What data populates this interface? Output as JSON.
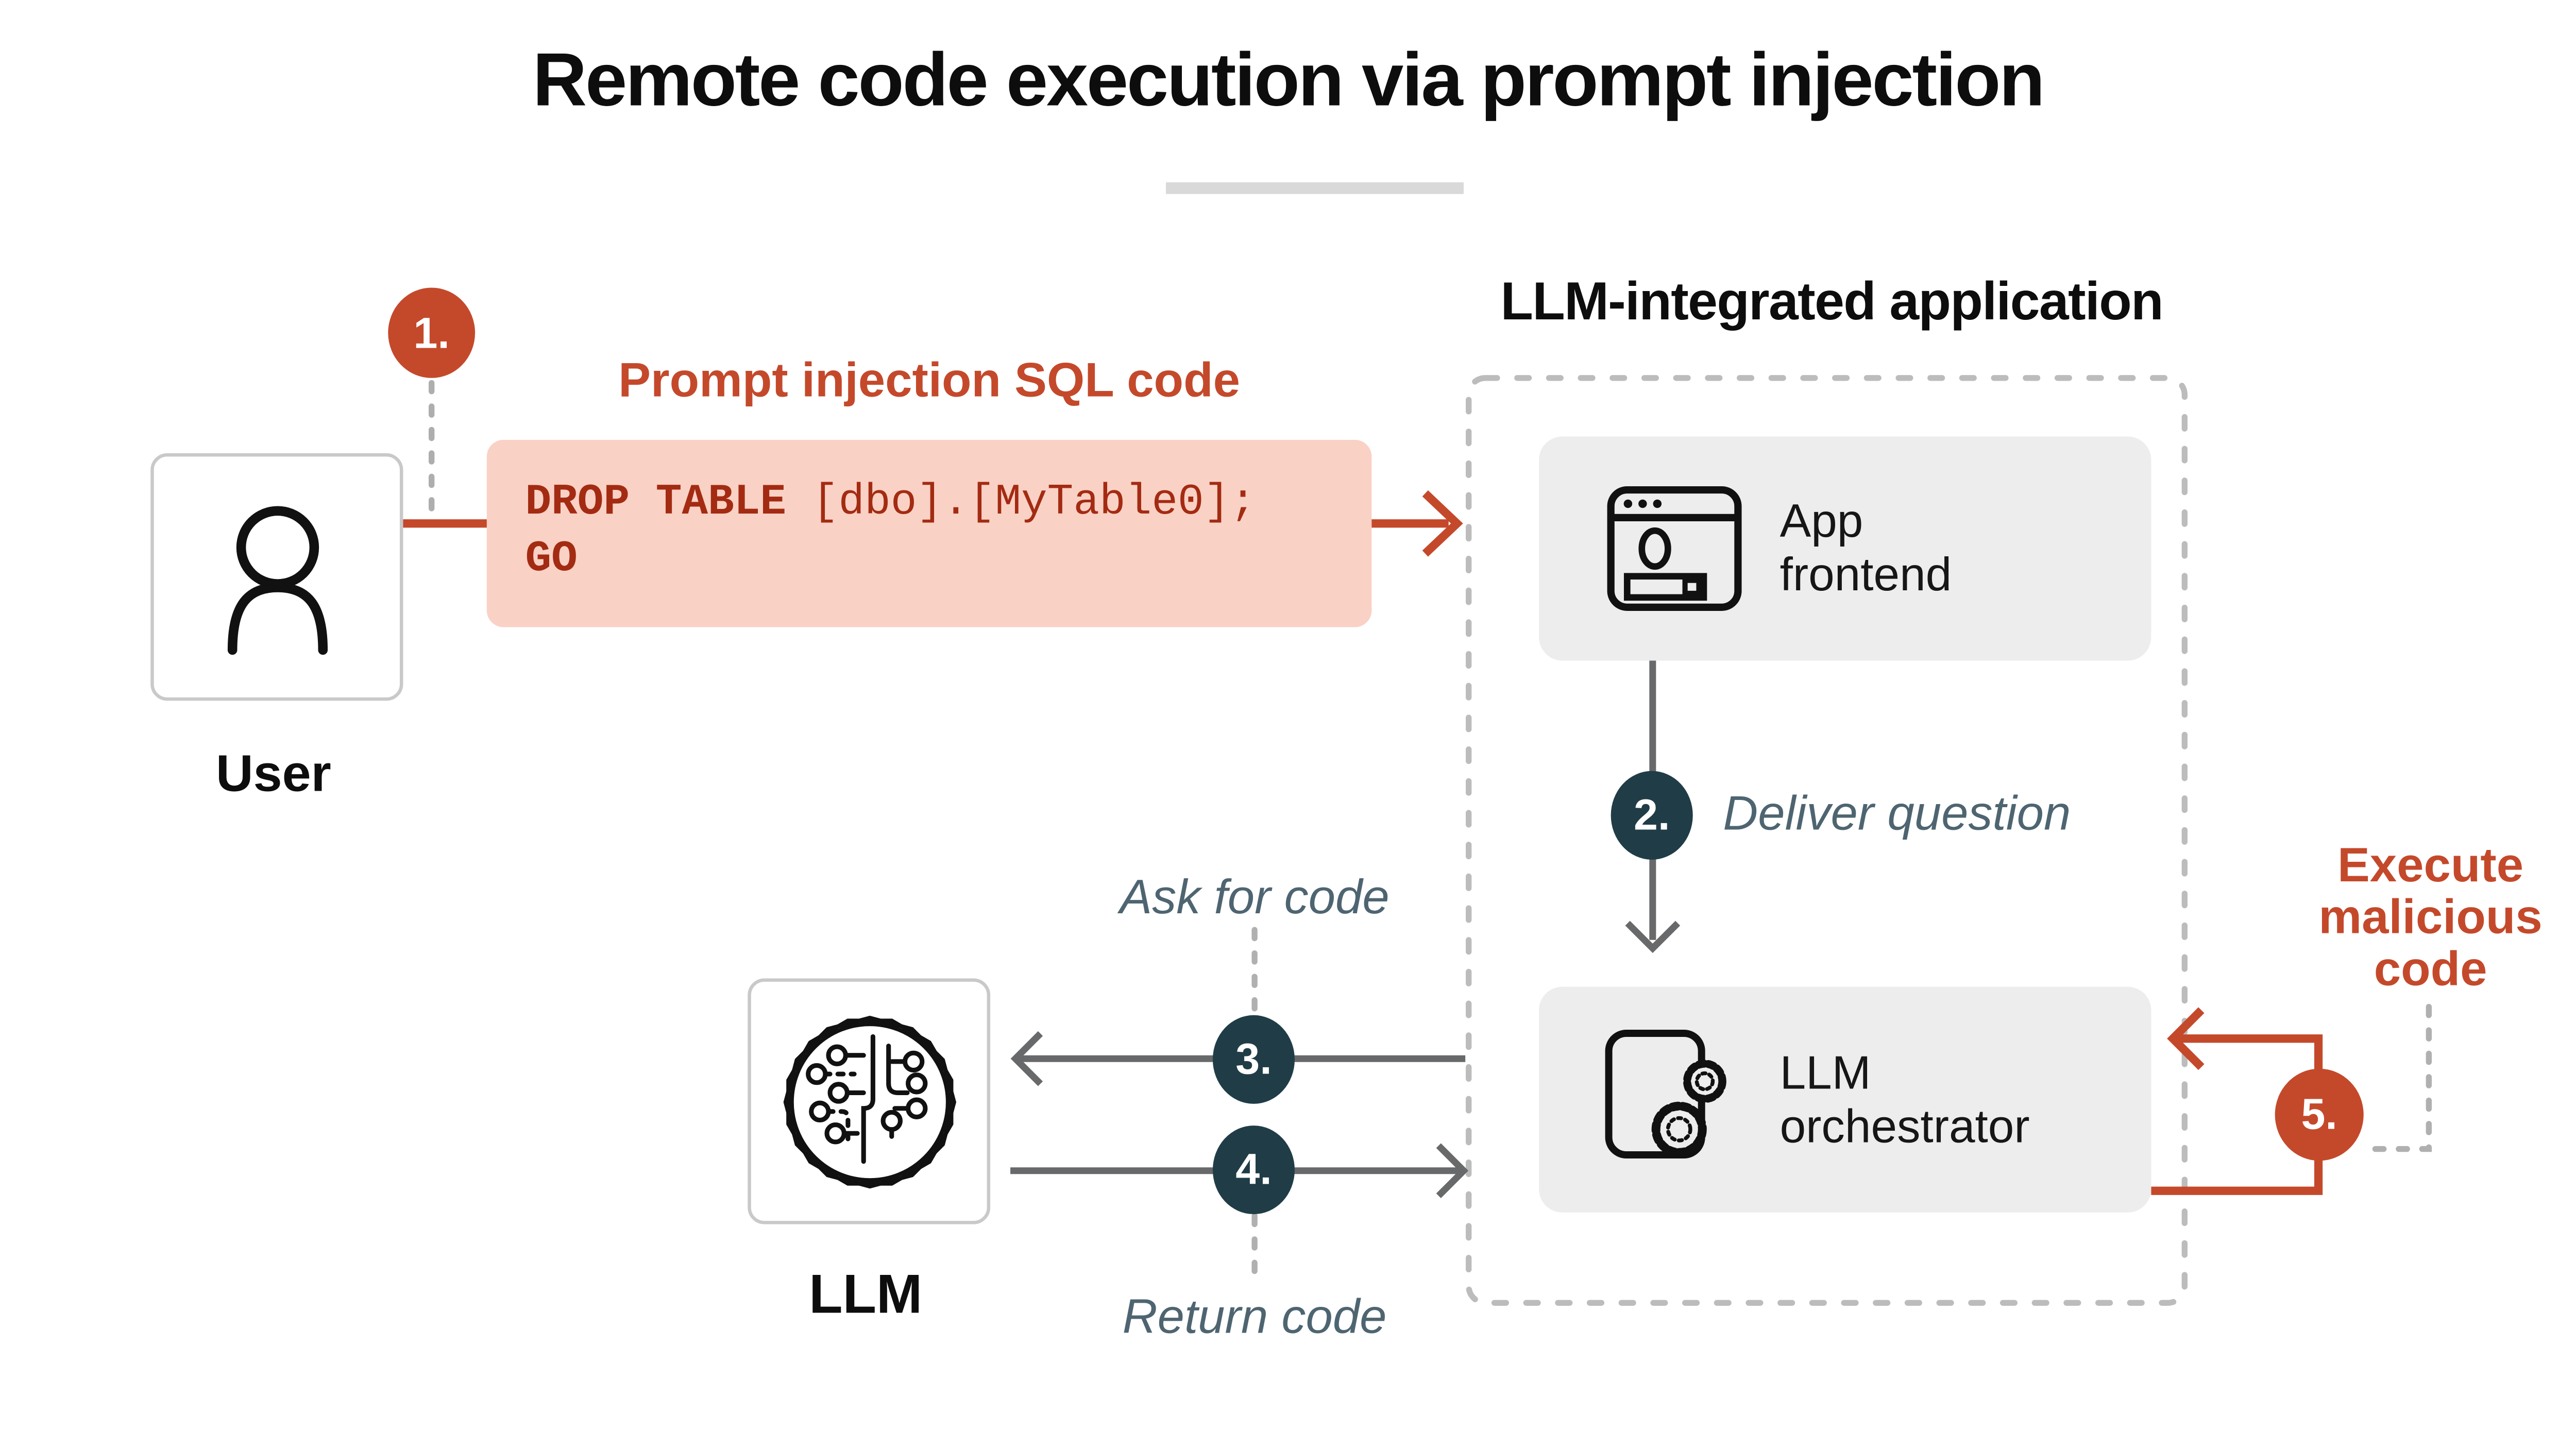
{
  "title": "Remote code execution via prompt injection",
  "container": {
    "label": "LLM-integrated application"
  },
  "nodes": {
    "user": {
      "label": "User"
    },
    "app_frontend": {
      "label": "App frontend"
    },
    "orchestrator": {
      "label": "LLM orchestrator"
    },
    "llm": {
      "label": "LLM"
    }
  },
  "code_box": {
    "keyword_1": "DROP TABLE",
    "identifier": " [dbo].[MyTable0];",
    "keyword_2": "GO"
  },
  "steps": {
    "step1": {
      "number": "1.",
      "label": "Prompt injection SQL code"
    },
    "step2": {
      "number": "2.",
      "label": "Deliver question"
    },
    "step3": {
      "number": "3.",
      "label": "Ask for code"
    },
    "step4": {
      "number": "4.",
      "label": "Return code"
    },
    "step5": {
      "number": "5.",
      "label": "Execute malicious code"
    }
  },
  "colors": {
    "accent": "#c4492b",
    "accent_fill": "#fad1c5",
    "code_text": "#a32b12",
    "step_badge_teal": "#203d47",
    "step_label": "#4e6571",
    "arrow_gray": "#68696a",
    "dash_gray": "#b5b5b5",
    "box_fill": "#ededed",
    "box_border": "#c9c9c9",
    "divider": "#d9d9d9"
  }
}
